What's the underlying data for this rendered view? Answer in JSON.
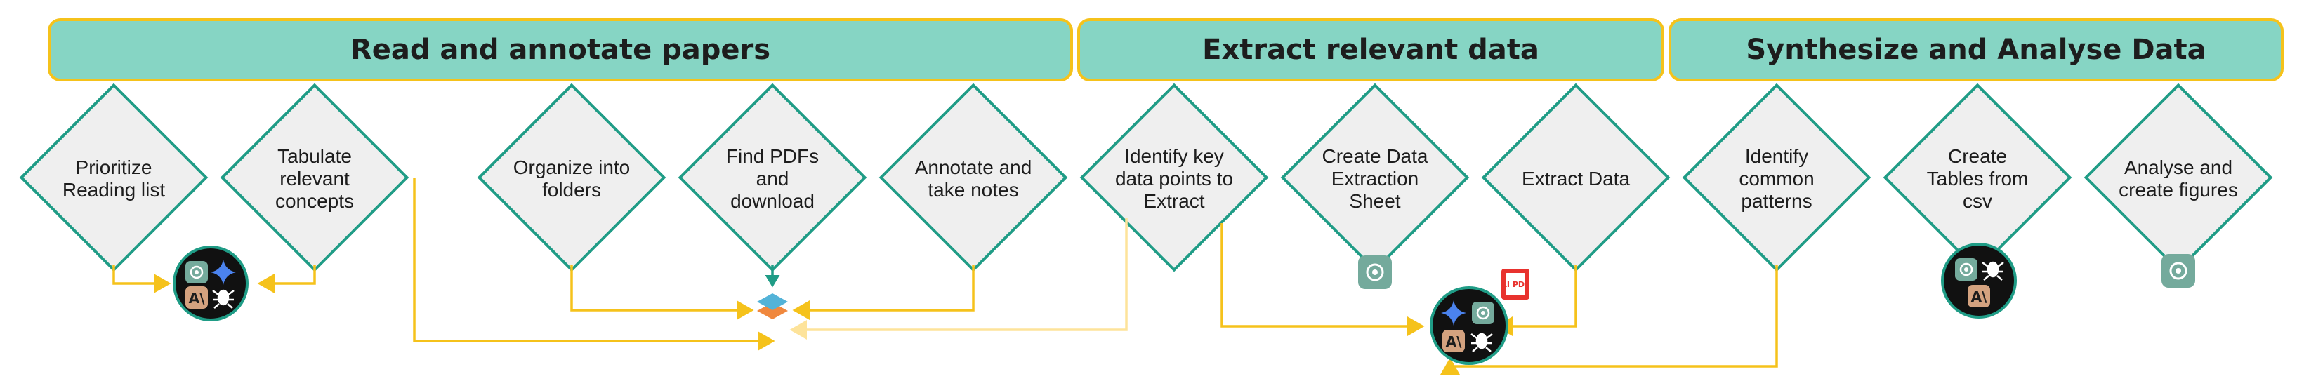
{
  "phases": [
    {
      "title": "Read and annotate papers"
    },
    {
      "title": "Extract relevant data"
    },
    {
      "title": "Synthesize and Analyse Data"
    }
  ],
  "steps": [
    {
      "label": "Prioritize Reading list"
    },
    {
      "label": "Tabulate relevant concepts"
    },
    {
      "label": "Organize into folders"
    },
    {
      "label": "Find PDFs and download"
    },
    {
      "label": "Annotate and take notes"
    },
    {
      "label": "Identify key data points to Extract"
    },
    {
      "label": "Create Data Extraction Sheet"
    },
    {
      "label": "Extract Data"
    },
    {
      "label": "Identify common patterns"
    },
    {
      "label": "Create Tables from csv"
    },
    {
      "label": "Analyse and create figures"
    }
  ],
  "badges": {
    "ai_pdf": "AI PDF",
    "anthropic_letter": "A\\"
  },
  "icons": [
    "chatgpt-icon",
    "gemini-sparkle-icon",
    "anthropic-icon",
    "bug-icon",
    "stack-layers-icon",
    "ai-pdf-icon"
  ],
  "colors": {
    "header_fill": "#86d5c4",
    "header_border": "#f5c21b",
    "diamond_border": "#1f9c86",
    "diamond_fill": "#efefef",
    "connector": "#f5c21b",
    "connector_light": "#fde39a",
    "arrow_teal": "#1f9c86"
  }
}
